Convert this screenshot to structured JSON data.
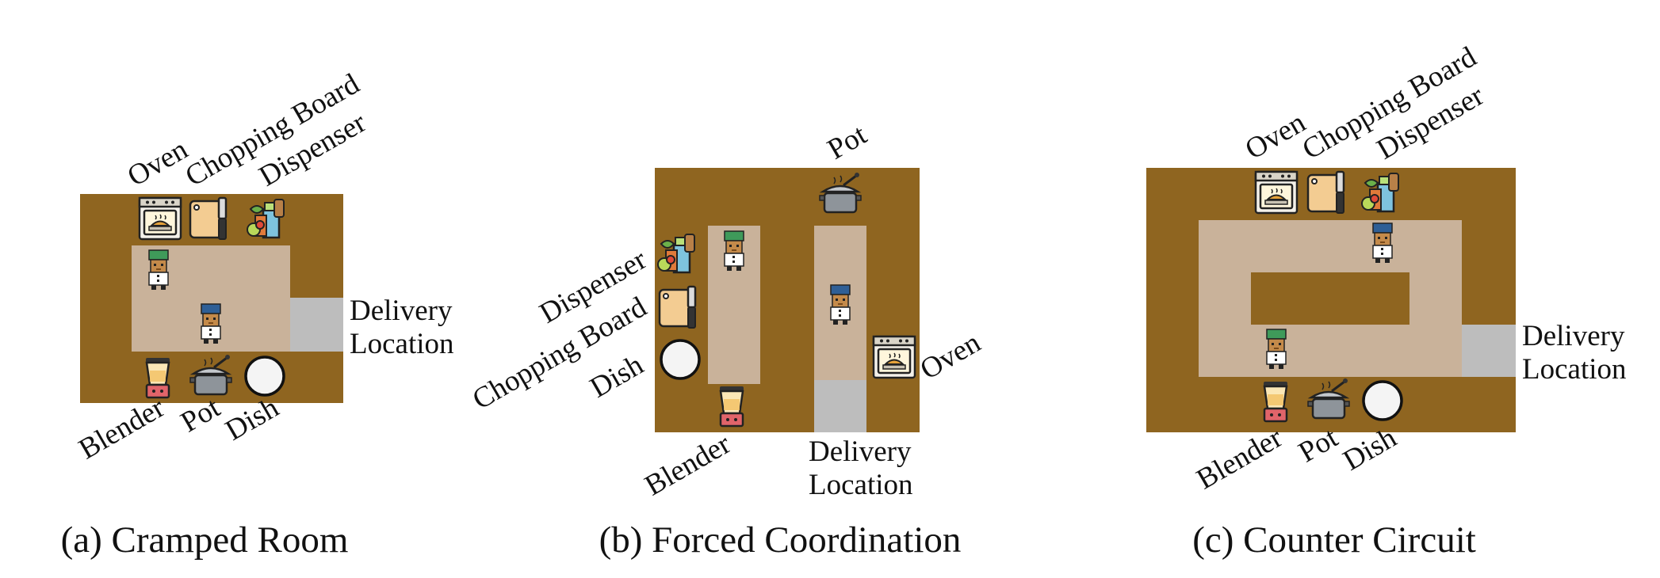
{
  "panels": {
    "a": {
      "caption": "(a) Cramped Room",
      "labels": {
        "oven": "Oven",
        "chopping_board": "Chopping Board",
        "dispenser": "Dispenser",
        "delivery": [
          "Delivery",
          "Location"
        ],
        "blender": "Blender",
        "pot": "Pot",
        "dish": "Dish"
      }
    },
    "b": {
      "caption": "(b) Forced Coordination",
      "labels": {
        "pot": "Pot",
        "dispenser": "Dispenser",
        "chopping_board": "Chopping Board",
        "dish": "Dish",
        "oven": "Oven",
        "blender": "Blender",
        "delivery": [
          "Delivery",
          "Location"
        ]
      }
    },
    "c": {
      "caption": "(c) Counter Circuit",
      "labels": {
        "oven": "Oven",
        "chopping_board": "Chopping Board",
        "dispenser": "Dispenser",
        "delivery": [
          "Delivery",
          "Location"
        ],
        "blender": "Blender",
        "pot": "Pot",
        "dish": "Dish"
      }
    }
  },
  "colors": {
    "counter": "#8f6520",
    "floor": "#c9b29a",
    "delivery": "#bdbdbd",
    "chef_green": "#3f9a5a",
    "chef_blue": "#2f5f96"
  },
  "icons": [
    "oven-icon",
    "chopping-board-icon",
    "dispenser-icon",
    "pot-icon",
    "blender-icon",
    "dish-icon",
    "chef-icon"
  ]
}
